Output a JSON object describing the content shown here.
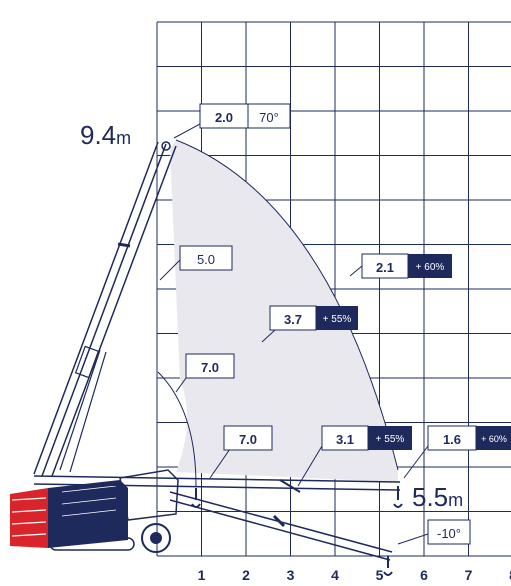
{
  "colors": {
    "navy": "#1f2a5c",
    "grid": "#1f2a5c",
    "zone": "#e8e8ee",
    "red": "#d8242a",
    "white": "#ffffff"
  },
  "max_height": {
    "value": "9.4",
    "unit": "m"
  },
  "max_reach": {
    "value": "5.5",
    "unit": "m"
  },
  "x_axis": {
    "ticks": [
      "1",
      "2",
      "3",
      "4",
      "5",
      "6",
      "7",
      "8"
    ]
  },
  "labels": {
    "top_load": "2.0",
    "top_angle": "70°",
    "left_upper": "5.0",
    "left_lower": "7.0",
    "base_left": "7.0",
    "mid_load": "3.7",
    "mid_pct": "+ 55%",
    "upper_right_load": "2.1",
    "upper_right_pct": "+ 60%",
    "base_mid_load": "3.1",
    "base_mid_pct": "+ 55%",
    "base_right_load": "1.6",
    "base_right_pct": "+ 60%",
    "bottom_angle": "-10°"
  },
  "icons": {
    "crane": "mini-crane-icon",
    "hook": "hook-icon"
  }
}
